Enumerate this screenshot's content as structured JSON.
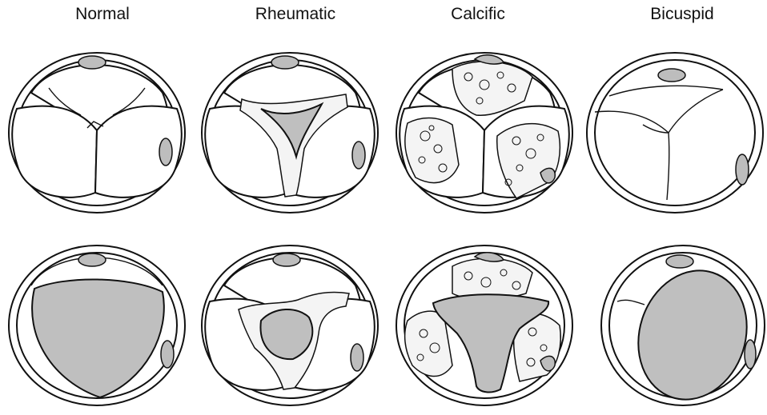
{
  "columns": [
    {
      "id": "normal",
      "label": "Normal"
    },
    {
      "id": "rheumatic",
      "label": "Rheumatic"
    },
    {
      "id": "calcific",
      "label": "Calcific"
    },
    {
      "id": "bicuspid",
      "label": "Bicuspid"
    }
  ],
  "colors": {
    "stroke": "#111111",
    "opening_fill": "#bfbfbf",
    "coronary_fill": "#bdbdbd",
    "background": "#ffffff"
  }
}
